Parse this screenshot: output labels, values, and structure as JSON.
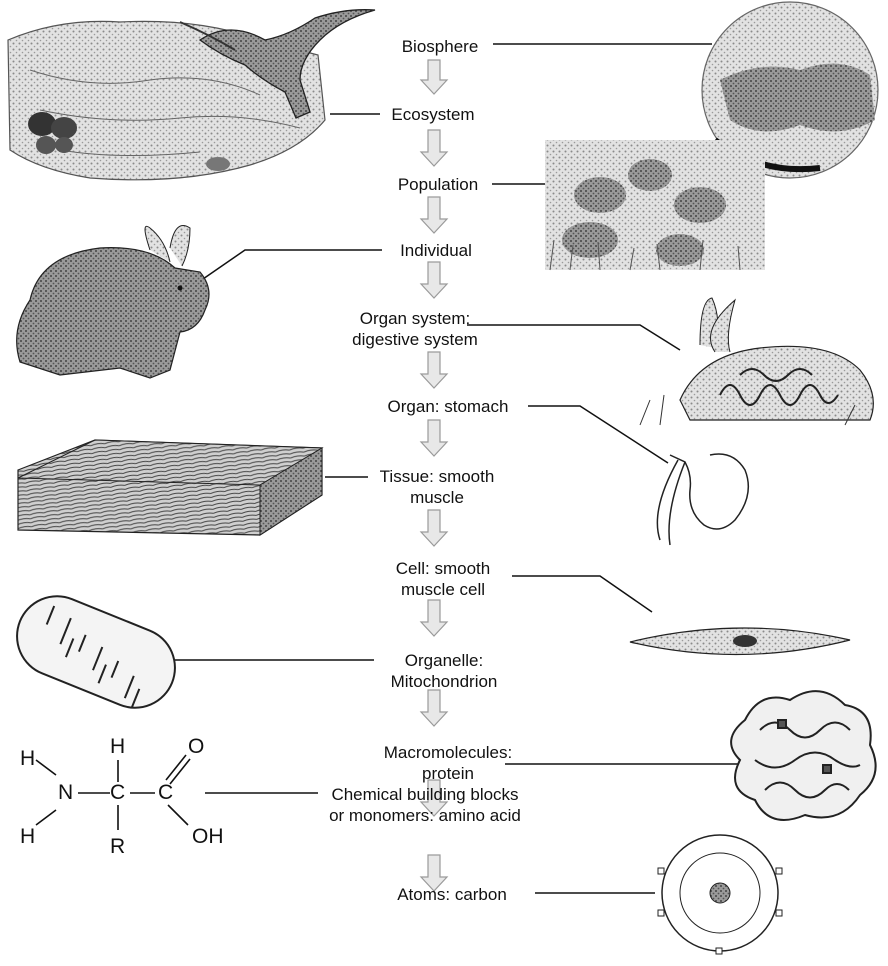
{
  "levels": [
    {
      "id": "biosphere",
      "label": "Biosphere"
    },
    {
      "id": "ecosystem",
      "label": "Ecosystem"
    },
    {
      "id": "population",
      "label": "Population"
    },
    {
      "id": "individual",
      "label": "Individual"
    },
    {
      "id": "organ_system",
      "label": "Organ system:",
      "label2": "digestive system"
    },
    {
      "id": "organ",
      "label": "Organ: stomach"
    },
    {
      "id": "tissue",
      "label": "Tissue: smooth",
      "label2": "muscle"
    },
    {
      "id": "cell",
      "label": "Cell: smooth",
      "label2": "muscle cell"
    },
    {
      "id": "organelle",
      "label": "Organelle:",
      "label2": "Mitochondrion"
    },
    {
      "id": "macromolecule",
      "label": "Macromolecules:",
      "label2": "protein"
    },
    {
      "id": "monomer",
      "label": "Chemical building blocks",
      "label2": "or monomers: amino acid"
    },
    {
      "id": "atom",
      "label": "Atoms: carbon"
    }
  ],
  "amino_acid": {
    "h_top": "H",
    "h_n1": "H",
    "n": "N",
    "c_alpha": "C",
    "c_carboxyl": "C",
    "h_n2": "H",
    "r": "R",
    "o": "O",
    "oh": "OH"
  },
  "colors": {
    "ink": "#111111",
    "arrow": "#9a9a9a",
    "shade": "#bdbdbd",
    "dark": "#555555"
  }
}
